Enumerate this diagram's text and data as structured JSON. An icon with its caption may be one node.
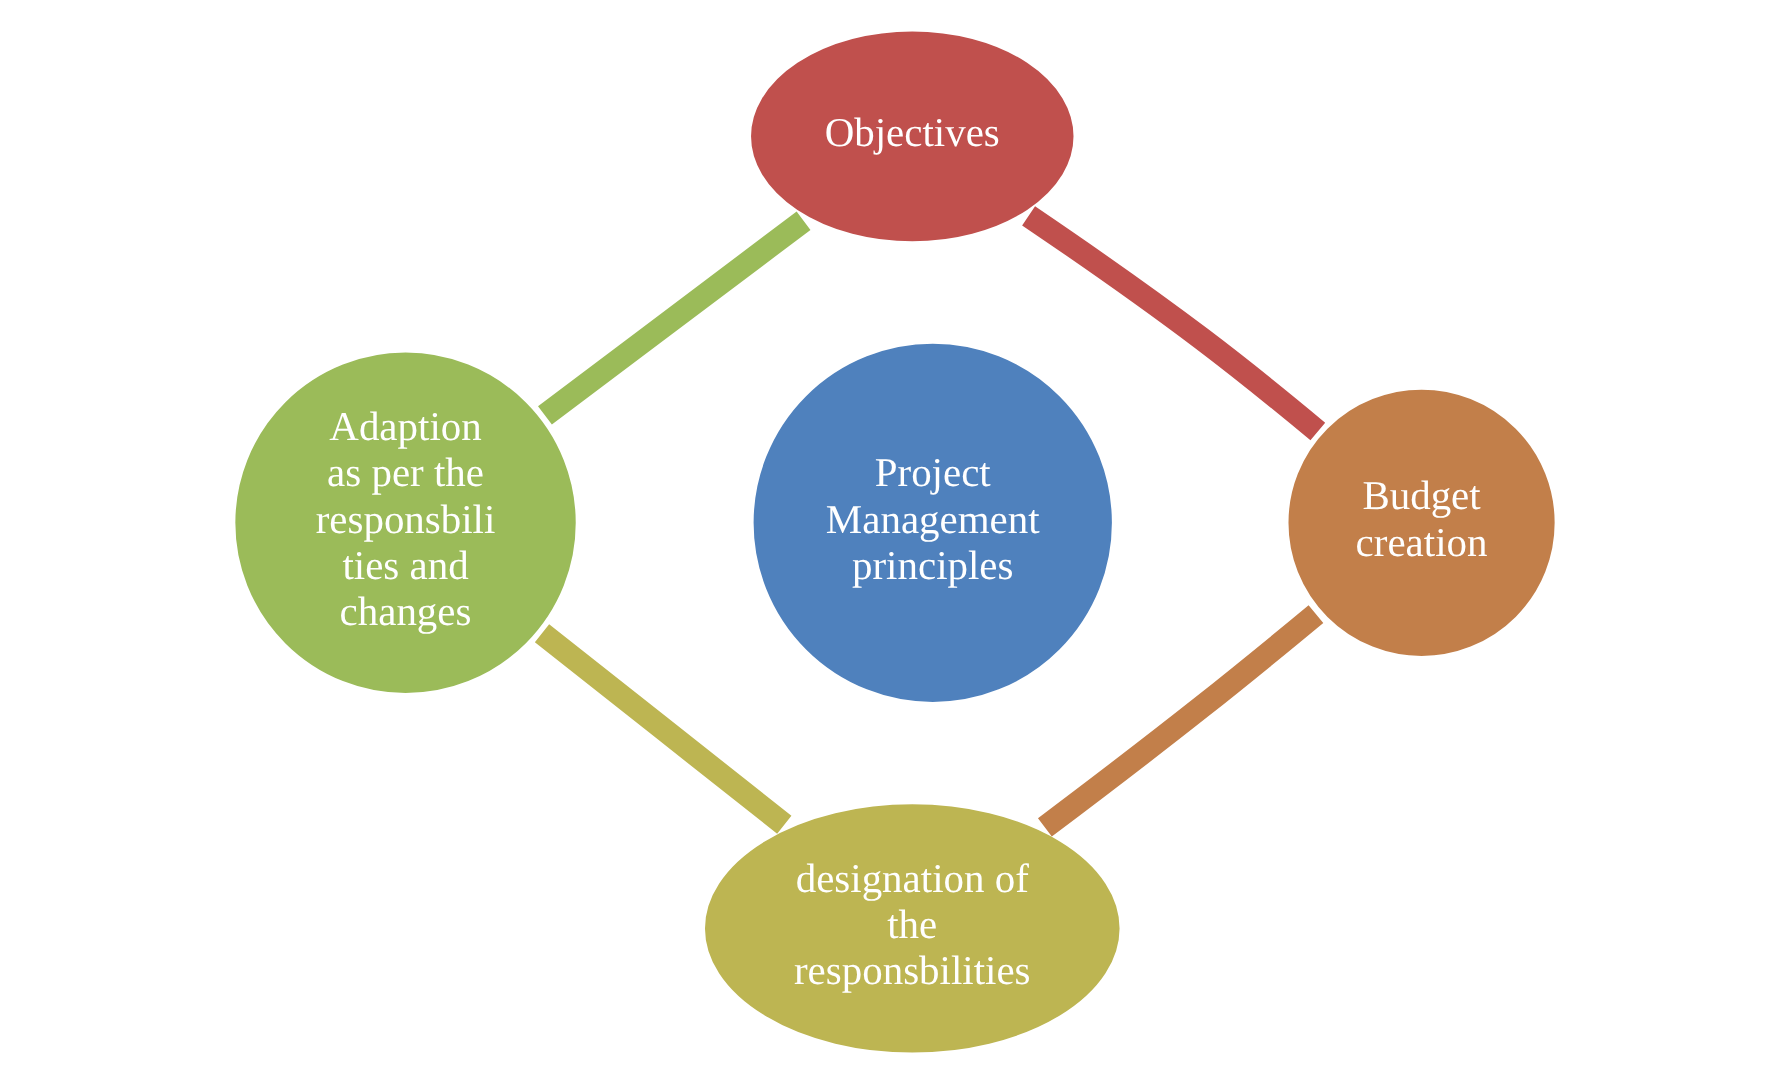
{
  "diagram": {
    "nodes": [
      {
        "text": [
          "Objectives"
        ]
      },
      {
        "text": [
          "Adaption as per the responsbili ties and changes"
        ]
      },
      {
        "text": [
          "Project Management principles"
        ]
      },
      {
        "text": [
          "Budget creation"
        ]
      },
      {
        "text": [
          "designation of the responsbilities"
        ]
      }
    ],
    "edges": [
      {
        "from": 0,
        "to": 3,
        "arrow": "none",
        "color": "#c0504d"
      },
      {
        "from": 3,
        "to": 4,
        "arrow": "none",
        "color": "#c27f4a"
      },
      {
        "from": 4,
        "to": 1,
        "arrow": "none",
        "color": "#bdb552"
      },
      {
        "from": 1,
        "to": 0,
        "arrow": "none",
        "color": "#9bbb59"
      }
    ]
  }
}
